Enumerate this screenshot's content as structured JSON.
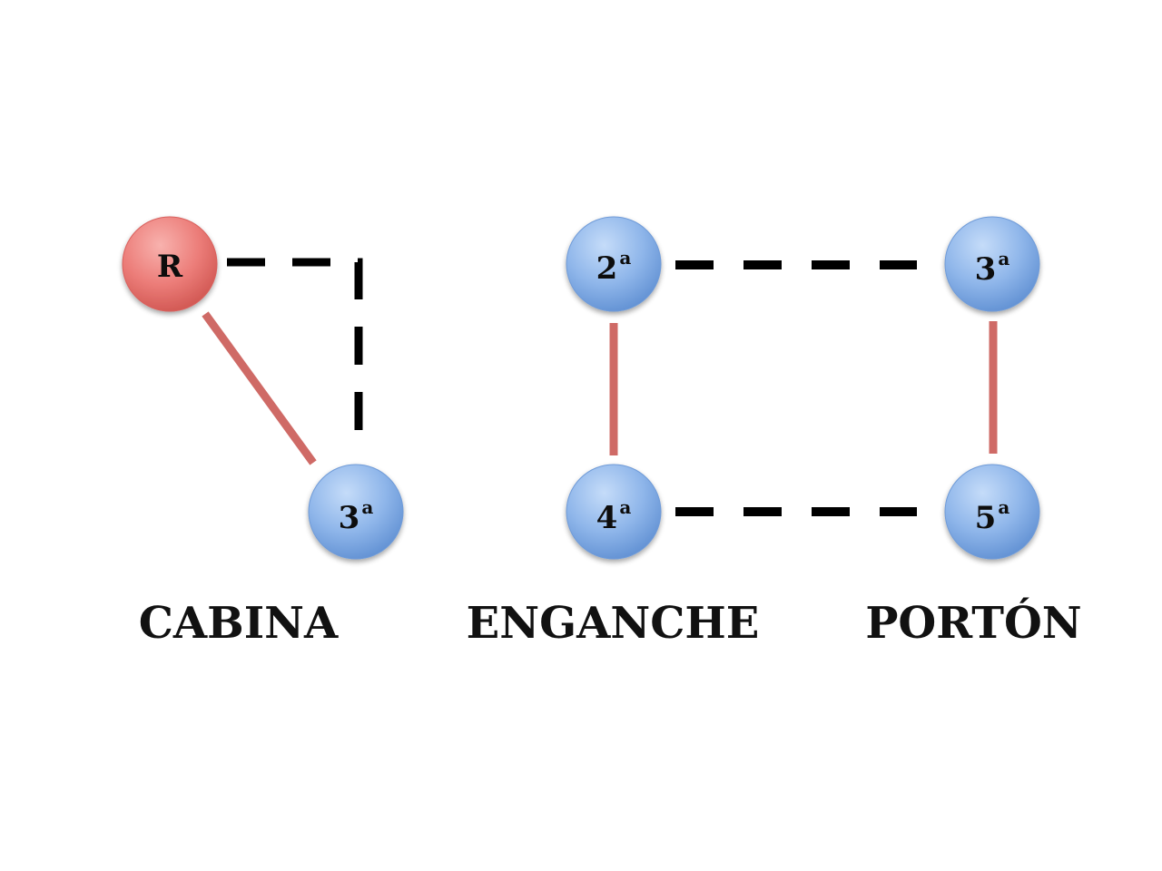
{
  "colors": {
    "blue_node": "#8fb6ea",
    "red_node": "#ec7d79",
    "solid_link": "#cf6a66",
    "dashed_link": "#000000"
  },
  "groups": {
    "cabina": "CABINA",
    "enganche": "ENGANCHE",
    "porton": "PORTÓN"
  },
  "nodes": {
    "cabina_r": {
      "main": "R",
      "sup": "",
      "color": "red"
    },
    "cabina_3": {
      "main": "3",
      "sup": "a",
      "color": "blue"
    },
    "enganche_2": {
      "main": "2",
      "sup": "a",
      "color": "blue"
    },
    "enganche_4": {
      "main": "4",
      "sup": "a",
      "color": "blue"
    },
    "porton_3": {
      "main": "3",
      "sup": "a",
      "color": "blue"
    },
    "porton_5": {
      "main": "5",
      "sup": "a",
      "color": "blue"
    }
  },
  "links": [
    {
      "from": "cabina_r",
      "to": "cabina_3",
      "style": "solid"
    },
    {
      "from": "cabina_r",
      "to": "cabina_3",
      "style": "dashed-corner"
    },
    {
      "from": "enganche_2",
      "to": "porton_3",
      "style": "dashed"
    },
    {
      "from": "enganche_4",
      "to": "porton_5",
      "style": "dashed"
    },
    {
      "from": "enganche_2",
      "to": "enganche_4",
      "style": "solid"
    },
    {
      "from": "porton_3",
      "to": "porton_5",
      "style": "solid"
    }
  ]
}
